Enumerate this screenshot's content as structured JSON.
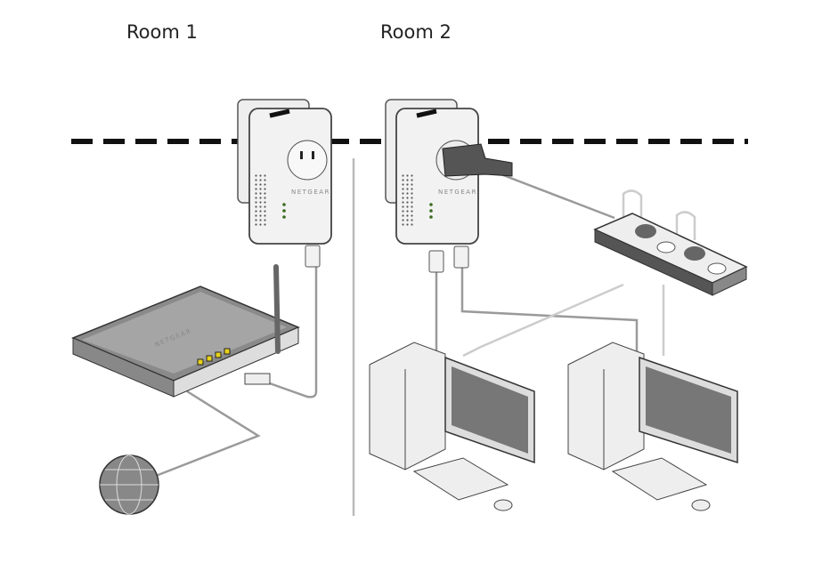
{
  "rooms": [
    {
      "label": "Room 1"
    },
    {
      "label": "Room 2"
    }
  ],
  "brand": "NETGEAR",
  "colors": {
    "wall_line": "#111111",
    "device": "#e8e8e8",
    "device_dark": "#9a9a9a",
    "cable": "#a0a0a0",
    "led": "#3a6b1f",
    "lan_ports": "#e8d21a"
  },
  "devices": [
    "powerline-adapter-room1",
    "powerline-adapter-room2",
    "router",
    "globe-internet",
    "power-strip",
    "computer-1",
    "computer-2"
  ]
}
